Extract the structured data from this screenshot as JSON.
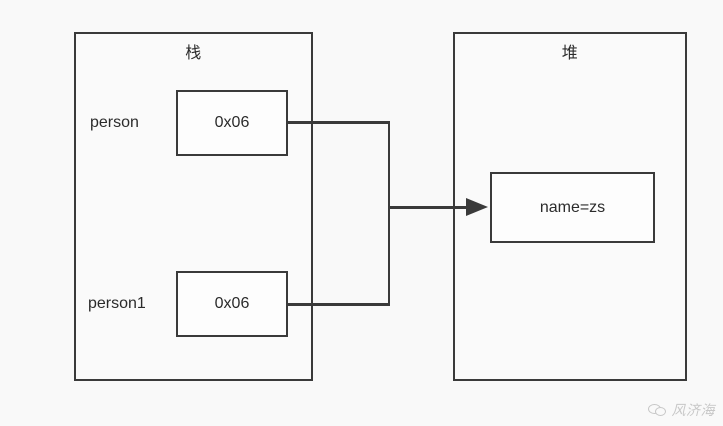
{
  "diagram": {
    "background_color": "#f9f9f9",
    "stroke_color": "#3a3a3a",
    "text_color": "#2b2b2b",
    "regions": {
      "stack": {
        "title": "栈",
        "variables": [
          {
            "label": "person",
            "value": "0x06"
          },
          {
            "label": "person1",
            "value": "0x06"
          }
        ]
      },
      "heap": {
        "title": "堆",
        "objects": [
          {
            "value": "name=zs"
          }
        ]
      }
    },
    "connector": {
      "arrow_label": "",
      "from": "0x06",
      "to": "name=zs"
    }
  },
  "watermark": {
    "icon": "wechat-icon",
    "text": "风济海"
  }
}
